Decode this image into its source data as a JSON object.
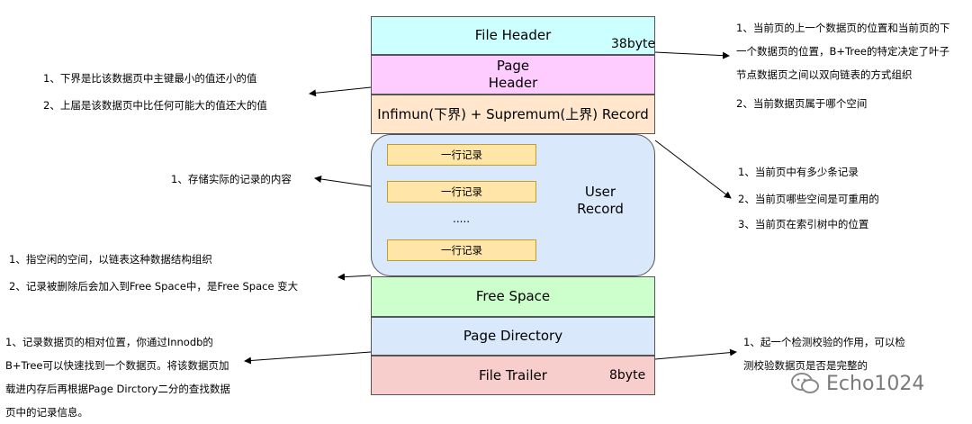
{
  "colors": {
    "file_header": "#ccffff",
    "page_header": "#ffccff",
    "infimum": "#ffe6cc",
    "user_record": "#dae8fc",
    "row_record": "#ffe6a8",
    "free_space": "#ccffcc",
    "page_directory": "#dae8fc",
    "file_trailer": "#f8cecc"
  },
  "blocks": {
    "file_header": "File Header",
    "file_header_size": "38byte",
    "page_header_line1": "Page",
    "page_header_line2": "Header",
    "infimum_supremum": "Infimun(下界) + Supremum(上界) Record",
    "user_record_line1": "User",
    "user_record_line2": "Record",
    "rows": [
      "一行记录",
      "一行记录",
      "一行记录"
    ],
    "ellipsis": ".....",
    "free_space": "Free Space",
    "page_directory": "Page Directory",
    "file_trailer": "File Trailer",
    "file_trailer_size": "8byte"
  },
  "notes": {
    "file_header": [
      "1、当前页的上一个数据页的位置和当前页的下",
      "一个数据页的位置，B+Tree的特定决定了叶子",
      "节点数据页之间以双向链表的方式组织",
      "2、当前数据页属于哪个空间"
    ],
    "infimum": [
      "1、下界是比该数据页中主键最小的值还小的值",
      "2、上届是该数据页中比任何可能大的值还大的值"
    ],
    "user_record": "1、存储实际的记录的内容",
    "page_header": [
      "1、当前页中有多少条记录",
      "2、当前页哪些空间是可重用的",
      "3、当前页在索引树中的位置"
    ],
    "free_space": [
      "1、指空闲的空间，以链表这种数据结构组织",
      "2、记录被删除后会加入到Free Space中，是Free Space 变大"
    ],
    "page_directory": [
      "1、记录数据页的相对位置，你通过Innodb的",
      "B+Tree可以快速找到一个数据页。将该数据页加",
      "载进内存后再根据Page Dirctory二分的查找数据",
      "页中的记录信息。"
    ],
    "file_trailer": [
      "1、起一个检测校验的作用，可以检",
      "测校验数据页是否是完整的"
    ]
  },
  "watermark": "Echo1024",
  "icons": {
    "watermark": "wechat-icon"
  }
}
